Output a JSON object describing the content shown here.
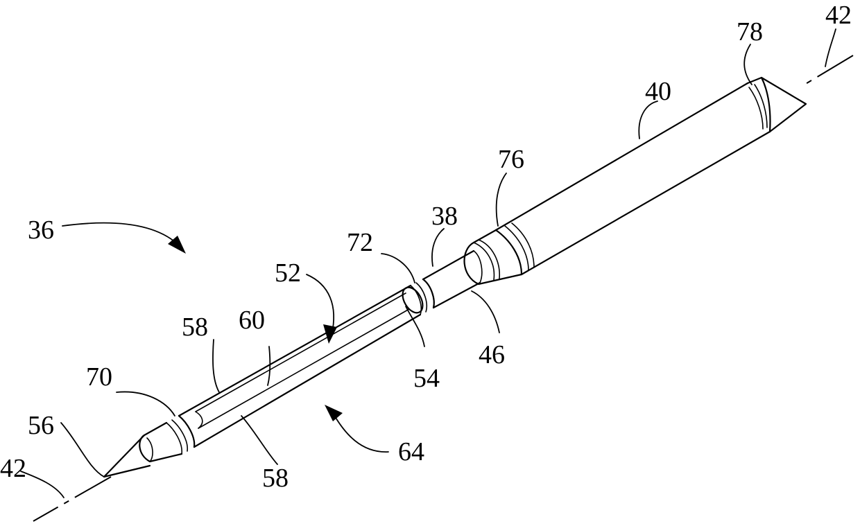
{
  "figure": {
    "labels": {
      "l36": "36",
      "l38": "38",
      "l40": "40",
      "l42_top": "42",
      "l42_bottom": "42",
      "l46": "46",
      "l52": "52",
      "l54": "54",
      "l56": "56",
      "l58_top": "58",
      "l58_bottom": "58",
      "l60": "60",
      "l64": "64",
      "l70": "70",
      "l72": "72",
      "l76": "76",
      "l78": "78"
    }
  }
}
